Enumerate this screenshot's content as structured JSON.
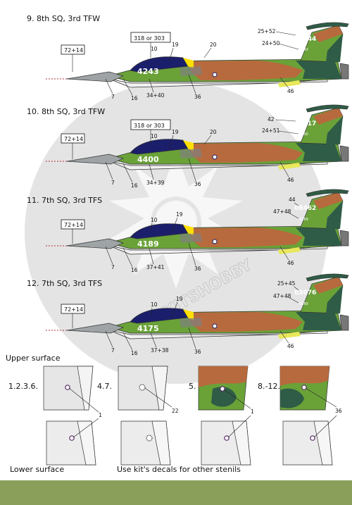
{
  "colors": {
    "green": "#6aa238",
    "dark_green": "#2f5c46",
    "tan": "#b76a3e",
    "cockpit": "#1b1f6b",
    "grey_bg": "#e4e4e4",
    "footer": "#8aa05a",
    "yellow": "#e8e85a",
    "nose": "#9ea3a6",
    "belly": "#f2f2f2"
  },
  "watermark": "© KITSHOBBY",
  "profiles": [
    {
      "title": "9. 8th SQ, 3rd TFW",
      "serial": "4243",
      "tail_number": "60844",
      "tail_small": "4243",
      "box_nose": "72+14",
      "box_top": "318 or 303",
      "callouts": {
        "c10": "10",
        "c19": "19",
        "c20": "20",
        "tail_top": "25+52",
        "tail_mid": "24+50",
        "c7": "7",
        "c16": "16",
        "c_belly": "34+40",
        "c36": "36",
        "c46": "46"
      }
    },
    {
      "title": "10. 8th SQ, 3rd TFW",
      "serial": "4400",
      "tail_number": "22517",
      "tail_small": "4400",
      "box_nose": "72+14",
      "box_top": "318 or 303",
      "callouts": {
        "c10": "10",
        "c19": "19",
        "c20": "20",
        "tail_top": "42",
        "tail_mid": "24+51",
        "c7": "7",
        "c16": "16",
        "c_belly": "34+39",
        "c36": "36",
        "c46": "46"
      }
    },
    {
      "title": "11. 7th SQ, 3rd TFS",
      "serial": "4189",
      "tail_number": "08462",
      "tail_small": "4189",
      "box_nose": "72+14",
      "box_top": "",
      "callouts": {
        "c10": "10",
        "c19": "19",
        "c20": "",
        "tail_top": "44",
        "tail_mid": "47+48",
        "c7": "7",
        "c16": "16",
        "c_belly": "37+41",
        "c36": "36",
        "c46": "46"
      }
    },
    {
      "title": "12. 7th SQ, 3rd TFS",
      "serial": "4175",
      "tail_number": "03076",
      "tail_small": "4189",
      "box_nose": "72+14",
      "box_top": "",
      "callouts": {
        "c10": "10",
        "c19": "19",
        "c20": "",
        "tail_top": "25+45",
        "tail_mid": "47+48",
        "c7": "7",
        "c16": "16",
        "c_belly": "37+38",
        "c36": "36",
        "c46": "46"
      }
    }
  ],
  "upper_surface_label": "Upper surface",
  "lower_surface_label": "Lower surface",
  "stencil_note": "Use kit's decals for other stenils",
  "panels": [
    {
      "label": "1.2.3.6.",
      "callout": "1"
    },
    {
      "label": "4.7.",
      "callout": "22"
    },
    {
      "label": "5.",
      "callout": "1"
    },
    {
      "label": "8.-12.",
      "callout": "36"
    }
  ]
}
